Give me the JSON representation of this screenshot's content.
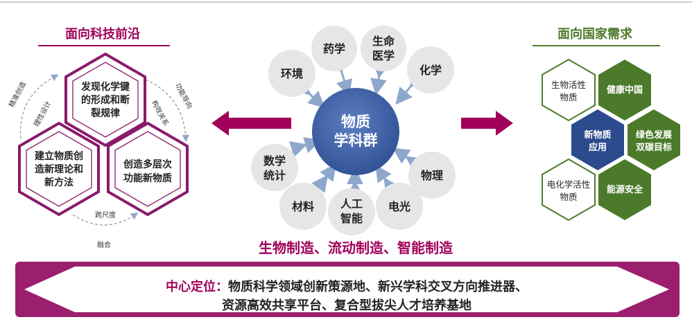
{
  "left_panel": {
    "title": "面向科技前沿",
    "hexagons": {
      "top": [
        "发现化学键",
        "的形成和断",
        "裂规律"
      ],
      "left": [
        "建立物质创",
        "造新理论和",
        "新方法"
      ],
      "right": [
        "创造多层次",
        "功能新物质"
      ]
    },
    "arrow_labels": {
      "left_outer": "精准创造",
      "left_inner": "理性设计",
      "right_outer": "功能导向",
      "right_inner": "构效关系",
      "bottom_inner": "跨尺度",
      "bottom_outer": "融合"
    }
  },
  "center": {
    "hub": [
      "物质",
      "学科群"
    ],
    "satellites": {
      "env": [
        "环境"
      ],
      "pharm": [
        "药学"
      ],
      "life": [
        "生命",
        "医学"
      ],
      "chem": [
        "化学"
      ],
      "math": [
        "数学",
        "统计"
      ],
      "phys": [
        "物理"
      ],
      "mat": [
        "材料"
      ],
      "ai": [
        "人工",
        "智能"
      ],
      "opt": [
        "电光"
      ]
    },
    "manufacturing": "生物制造、流动制造、智能制造"
  },
  "right_panel": {
    "title": "面向国家需求",
    "hexagons": {
      "bio": [
        "生物活性",
        "物质"
      ],
      "health": [
        "健康中国"
      ],
      "newmat": [
        "新物质",
        "应用"
      ],
      "green": [
        "绿色发展",
        "双碳目标"
      ],
      "electro": [
        "电化学活性",
        "物质"
      ],
      "energy": [
        "能源安全"
      ]
    }
  },
  "banner": {
    "label": "中心定位：",
    "line1": "物质科学领域创新策源地、新兴学科交叉方向推进器、",
    "line2": "资源高效共享平台、复合型拔尖人才培养基地"
  },
  "colors": {
    "magenta": "#a0005a",
    "hub_blue": "#3a5ba0",
    "dark_green": "#4b7a2a",
    "navy": "#2c4b8e",
    "satellite_gray": "#e6e6e6"
  }
}
